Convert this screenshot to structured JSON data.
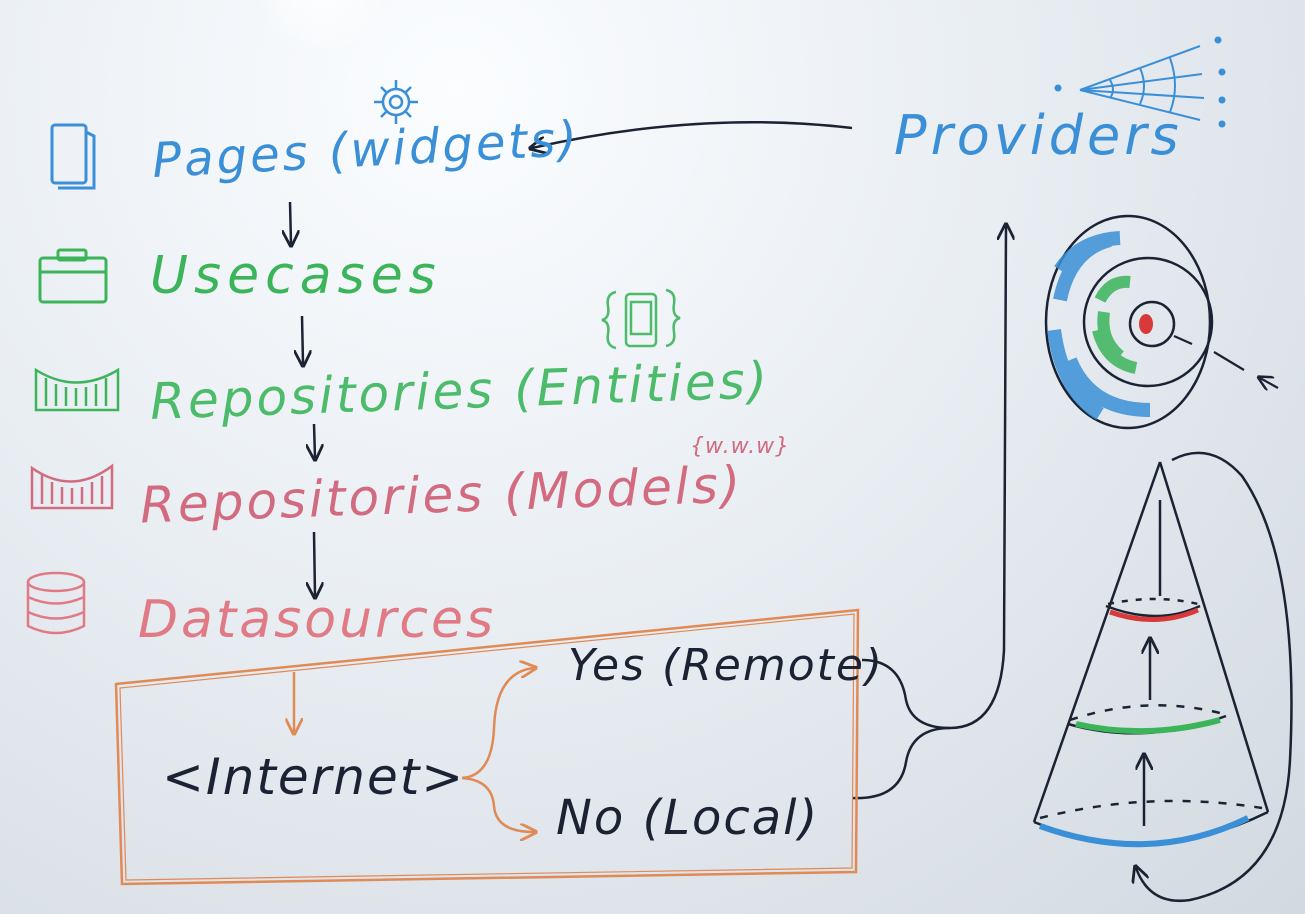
{
  "layers": [
    {
      "label": "Pages (widgets)",
      "icon": "document-icon",
      "color": "#3a8fd6"
    },
    {
      "label": "Usecases",
      "icon": "briefcase-icon",
      "color": "#3bb45a"
    },
    {
      "label": "Repositories (Entities)",
      "icon": "bridge-icon",
      "color": "#4cbb6a"
    },
    {
      "label": "Repositories (Models)",
      "icon": "bridge-icon",
      "color": "#d36b80"
    },
    {
      "label": "Datasources",
      "icon": "database-icon",
      "color": "#e07b86"
    }
  ],
  "providers": {
    "label": "Providers",
    "color": "#3a8fd6"
  },
  "decision": {
    "condition": "<Internet>",
    "yes": "Yes (Remote)",
    "no": "No (Local)",
    "box_color": "#e08a55"
  },
  "annotations": {
    "models_note": "{w.w.w}"
  },
  "icons": [
    "gear-icon",
    "phone-icon",
    "web-icon",
    "onion-icon",
    "cone-icon"
  ],
  "colors": {
    "ink": "#1a2233",
    "blue": "#3a8fd6",
    "green": "#3bb45a",
    "pink": "#d36b80",
    "red": "#d8393a",
    "orange": "#e08a55"
  }
}
